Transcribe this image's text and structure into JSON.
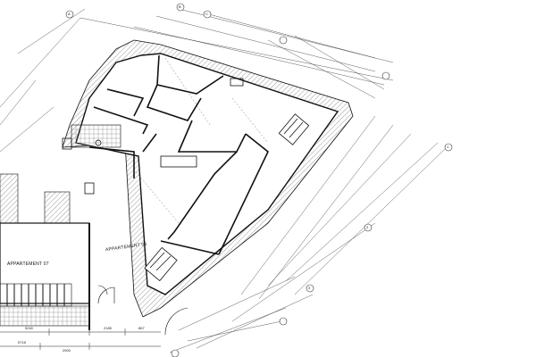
{
  "apartment_labels": {
    "apt_06": "APPARTEMENT 06",
    "apt_07": "APPARTEMENT 07"
  },
  "dimensions": {
    "d1": "5240",
    "d2": "2185",
    "d3": "867",
    "d4": "5718",
    "d5": "2500"
  },
  "grid_markers": {
    "g1": "A",
    "g2": "B",
    "g3": "C",
    "g4": "1",
    "g5": "2",
    "g6": "3"
  }
}
